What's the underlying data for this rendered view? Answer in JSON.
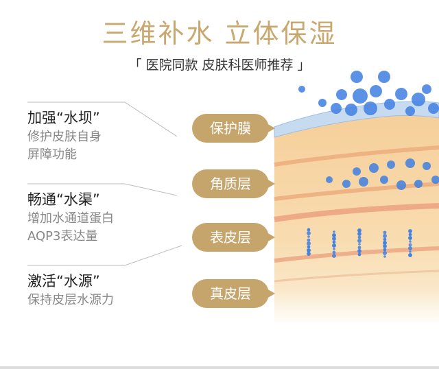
{
  "header": {
    "title": "三维补水 立体保湿",
    "subtitle": "「 医院同款 皮肤科医师推荐 」"
  },
  "features": [
    {
      "heading": "加强“水坝”",
      "lines": [
        "修护皮肤自身",
        "屏障功能"
      ]
    },
    {
      "heading": "畅通“水渠”",
      "lines": [
        "增加水通道蛋白",
        "AQP3表达量"
      ]
    },
    {
      "heading": "激活“水源”",
      "lines": [
        "保持皮层水源力"
      ]
    }
  ],
  "layers": [
    "保护膜",
    "角质层",
    "表皮层",
    "真皮层"
  ],
  "colors": {
    "gold": "#c6a56c",
    "title_gold": "#c9a86f",
    "bubble_blue": "#3f7fe0",
    "skin": "#f7d9a8"
  }
}
